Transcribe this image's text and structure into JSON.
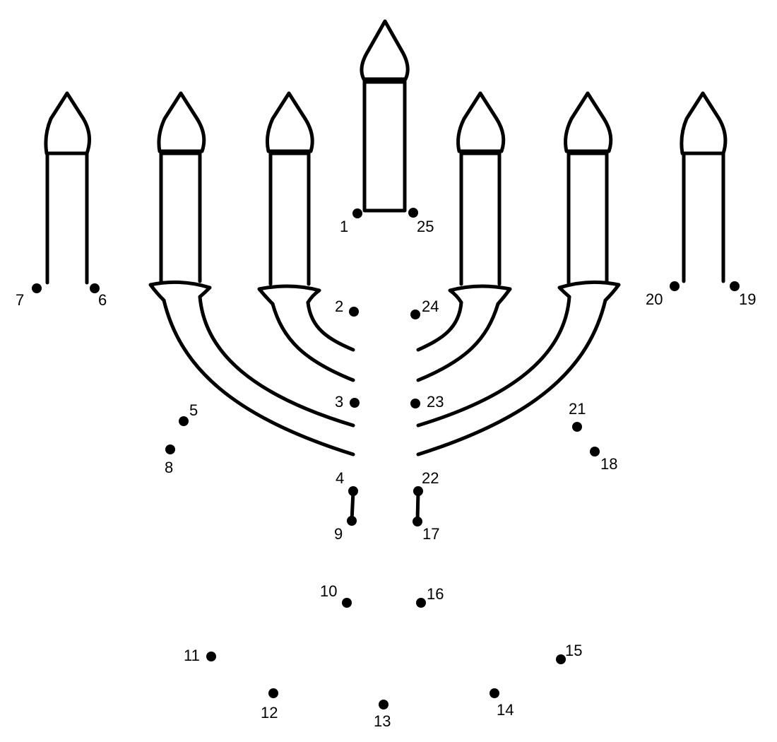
{
  "puzzle": {
    "dots": [
      {
        "n": "1"
      },
      {
        "n": "2"
      },
      {
        "n": "3"
      },
      {
        "n": "4"
      },
      {
        "n": "5"
      },
      {
        "n": "6"
      },
      {
        "n": "7"
      },
      {
        "n": "8"
      },
      {
        "n": "9"
      },
      {
        "n": "10"
      },
      {
        "n": "11"
      },
      {
        "n": "12"
      },
      {
        "n": "13"
      },
      {
        "n": "14"
      },
      {
        "n": "15"
      },
      {
        "n": "16"
      },
      {
        "n": "17"
      },
      {
        "n": "18"
      },
      {
        "n": "19"
      },
      {
        "n": "20"
      },
      {
        "n": "21"
      },
      {
        "n": "22"
      },
      {
        "n": "23"
      },
      {
        "n": "24"
      },
      {
        "n": "25"
      }
    ]
  }
}
